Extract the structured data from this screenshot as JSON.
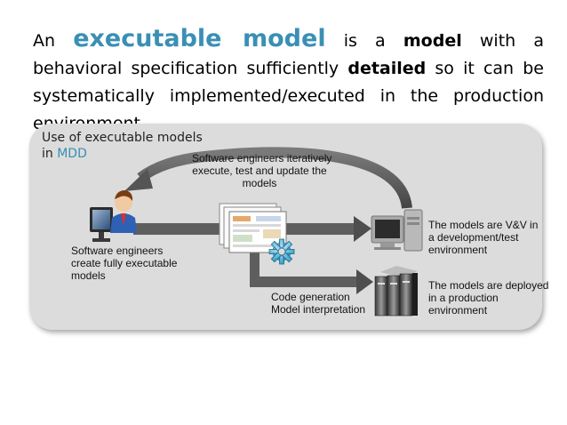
{
  "headline": {
    "w1": "An",
    "w2": "executable model",
    "w3": "is a",
    "w4": "model",
    "w5": "with a behavioral specification sufficiently",
    "w6": "detailed",
    "w7": "so it can be systematically implemented/executed in the production environment."
  },
  "panel": {
    "title_line1": "Use of executable models",
    "title_in": "in",
    "title_mdd": "MDD",
    "accent_color": "#3a8fb4",
    "background_color": "#dcdcdc"
  },
  "labels": {
    "engineers": [
      "Software engineers",
      "create fully executable",
      "models"
    ],
    "iterate": [
      "Software engineers iteratively",
      "execute, test and update the",
      "models"
    ],
    "codegen": [
      "Code generation",
      "Model interpretation"
    ],
    "vv": [
      "The models are V&V in",
      "a development/test",
      "environment"
    ],
    "deployed": [
      "The models are deployed",
      "in a production",
      "environment"
    ]
  },
  "icons": {
    "engineer": "engineer-at-computer-icon",
    "documents": "model-documents-icon",
    "gear": "gear-icon",
    "desktop": "desktop-computer-icon",
    "servers": "server-rack-icon"
  }
}
